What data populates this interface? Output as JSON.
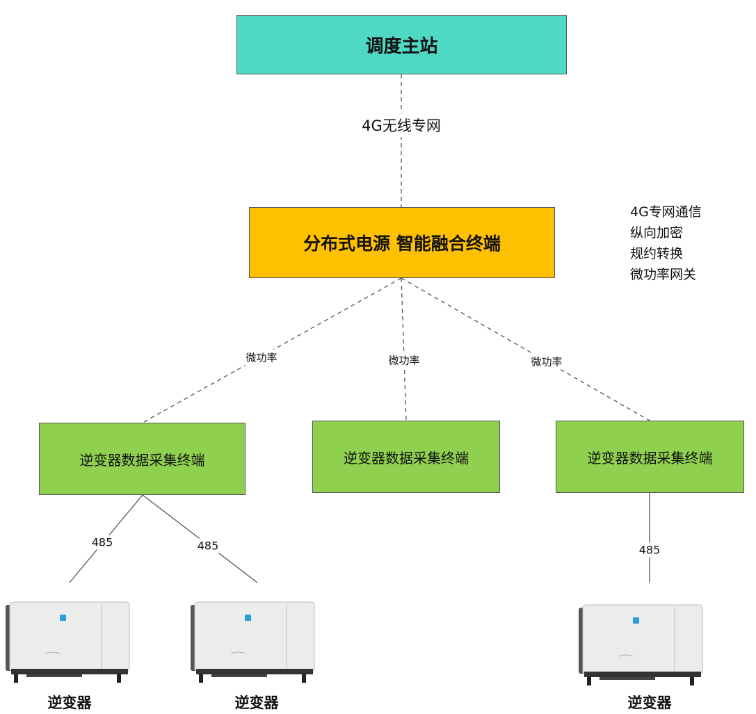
{
  "dispatch_master": "调度主站",
  "link_4g": "4G无线专网",
  "fusion_terminal": "分布式电源 智能融合终端",
  "terminal_features": [
    "4G专网通信",
    "纵向加密",
    "规约转换",
    "微功率网关"
  ],
  "micro_power_links": [
    "微功率",
    "微功率",
    "微功率"
  ],
  "collectors": [
    "逆变器数据采集终端",
    "逆变器数据采集终端",
    "逆变器数据采集终端"
  ],
  "links_485": [
    "485",
    "485",
    "485"
  ],
  "inverters": [
    "逆变器",
    "逆变器",
    "逆变器"
  ],
  "colors": {
    "master": "#4fd9c4",
    "terminal": "#ffc000",
    "collector": "#8fd14f"
  },
  "icons": [
    "inverter-icon"
  ]
}
